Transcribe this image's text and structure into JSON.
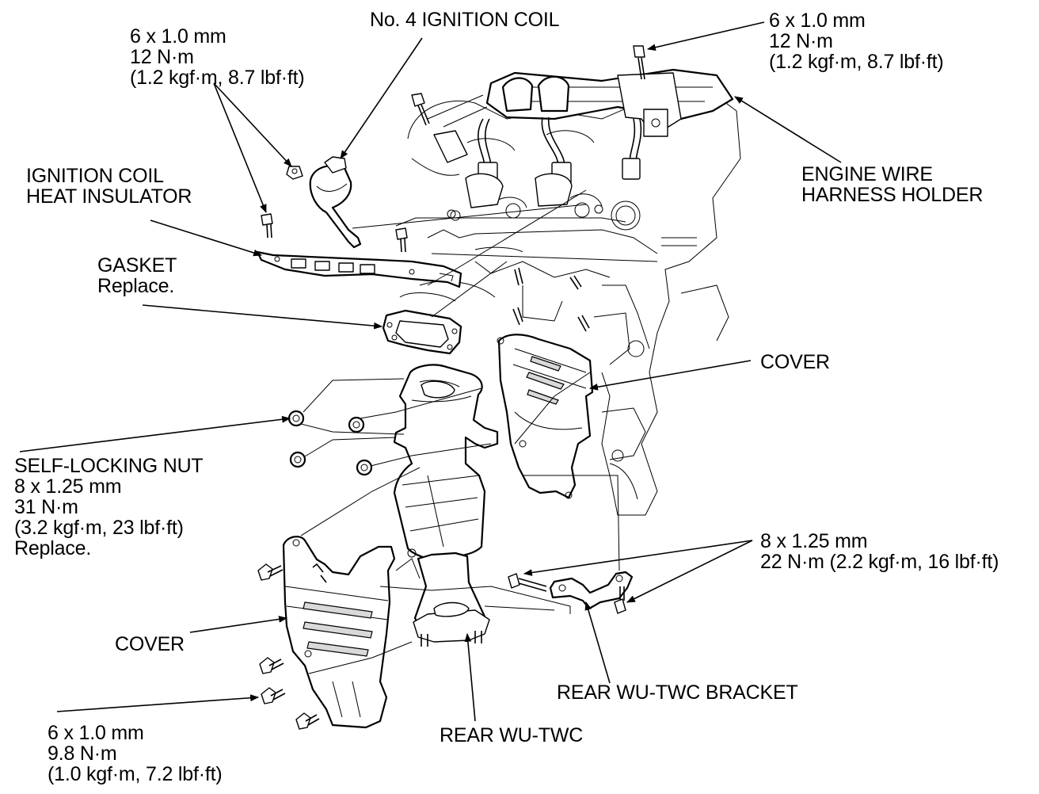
{
  "labels": {
    "coil_bolt_top": {
      "l1": "6 x 1.0 mm",
      "l2": "12 N·m",
      "l3": "(1.2 kgf·m, 8.7 lbf·ft)"
    },
    "ignition_coil": "No. 4 IGNITION COIL",
    "harness_bolt": {
      "l1": "6 x 1.0 mm",
      "l2": "12 N·m",
      "l3": "(1.2 kgf·m, 8.7 lbf·ft)"
    },
    "heat_insulator": {
      "l1": "IGNITION COIL",
      "l2": "HEAT INSULATOR"
    },
    "harness_holder": {
      "l1": "ENGINE WIRE",
      "l2": "HARNESS HOLDER"
    },
    "gasket": {
      "l1": "GASKET",
      "l2": "Replace."
    },
    "cover_right": "COVER",
    "self_locking_nut": {
      "l1": "SELF-LOCKING NUT",
      "l2": "8 x 1.25 mm",
      "l3": "31 N·m",
      "l4": "(3.2 kgf·m, 23 lbf·ft)",
      "l5": "Replace."
    },
    "bracket_bolt": {
      "l1": "8 x 1.25 mm",
      "l2": "22 N·m (2.2 kgf·m, 16 lbf·ft)"
    },
    "cover_left": "COVER",
    "rear_bracket": "REAR WU-TWC BRACKET",
    "cover_bolt": {
      "l1": "6 x 1.0 mm",
      "l2": "9.8 N·m",
      "l3": "(1.0 kgf·m, 7.2 lbf·ft)"
    },
    "rear_twc": "REAR WU-TWC"
  }
}
